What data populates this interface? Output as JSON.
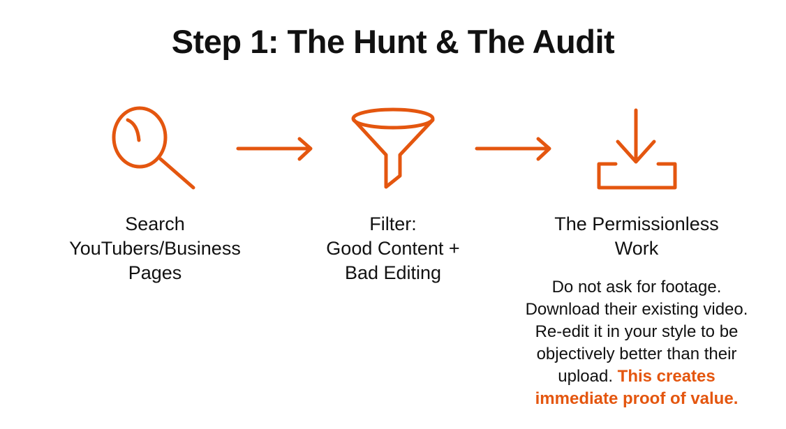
{
  "title": "Step 1: The Hunt & The Audit",
  "accent_color": "#E4560F",
  "steps": [
    {
      "icon": "magnifier-icon",
      "label_lines": [
        "Search",
        "YouTubers/Business",
        "Pages"
      ]
    },
    {
      "icon": "funnel-icon",
      "label_lines": [
        "Filter:",
        "Good Content +",
        "Bad Editing"
      ]
    },
    {
      "icon": "download-icon",
      "label_lines": [
        "The Permissionless",
        "Work"
      ]
    }
  ],
  "description": {
    "lines": [
      "Do not ask for footage.",
      "Download their existing video.",
      "Re-edit it in your style to be",
      "objectively better than their",
      "upload."
    ],
    "highlight_lines": [
      "This creates",
      "immediate proof of value."
    ]
  }
}
